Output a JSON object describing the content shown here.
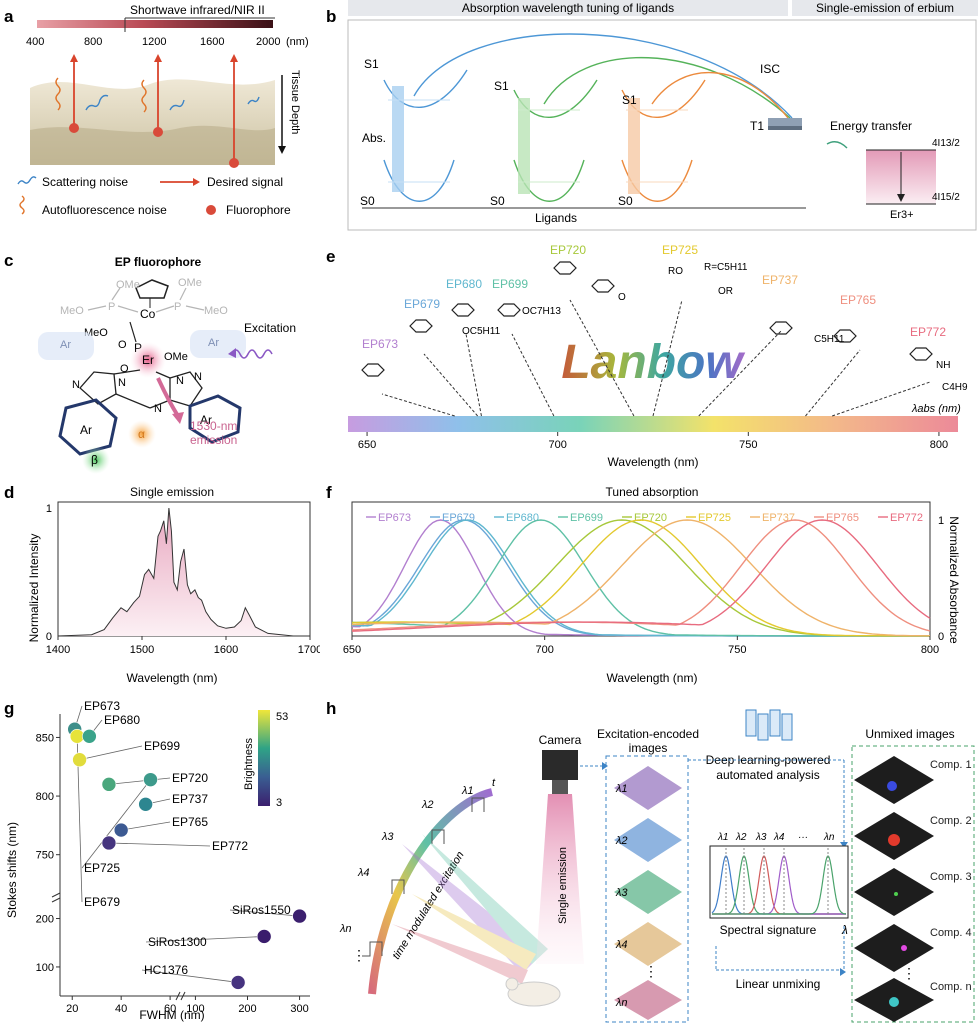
{
  "panels": {
    "a": {
      "letter": "a",
      "band_label": "Shortwave infrared/NIR II",
      "ticks": [
        "400",
        "800",
        "1200",
        "1600",
        "2000"
      ],
      "unit": "(nm)",
      "depth_label": "Tissue Depth",
      "legend": {
        "scattering": "Scattering noise",
        "desired": "Desired signal",
        "autofluor": "Autofluorescence noise",
        "fluorophore": "Fluorophore"
      }
    },
    "b": {
      "letter": "b",
      "header_left": "Absorption wavelength tuning of ligands",
      "header_right": "Single-emission of erbium",
      "s1": "S1",
      "s0": "S0",
      "t1": "T1",
      "abs": "Abs.",
      "isc": "ISC",
      "energy_transfer": "Energy transfer",
      "level_top": "4I13/2",
      "level_bottom": "4I15/2",
      "er": "Er3+",
      "ligands": "Ligands"
    },
    "c": {
      "letter": "c",
      "title": "EP fluorophore",
      "excitation": "Excitation",
      "emission_1": "1530-nm",
      "emission_2": "emission",
      "atoms": {
        "co": "Co",
        "er": "Er",
        "p1": "P",
        "p2": "P",
        "p3": "P",
        "ome1": "OMe",
        "ome2": "OMe",
        "meo1": "MeO",
        "meo2": "MeO",
        "ome3": "OMe",
        "o1": "O",
        "o2": "O",
        "n1": "N",
        "n2": "N",
        "n3": "N",
        "n4": "N",
        "n5": "N",
        "ar1": "Ar",
        "ar2": "Ar",
        "ar3": "Ar",
        "ar4": "Ar",
        "alpha": "α",
        "beta": "β"
      }
    },
    "d": {
      "letter": "d",
      "title": "Single emission",
      "xlabel": "Wavelength (nm)",
      "ylabel": "Normalized Intensity"
    },
    "e": {
      "letter": "e",
      "title": "Lanbow",
      "lambda": "λabs (nm)",
      "xlabel": "Wavelength (nm)",
      "ticks": [
        "650",
        "700",
        "750",
        "800"
      ],
      "fluorophores": [
        {
          "name": "EP673",
          "wl": 673,
          "color": "#b27fcf"
        },
        {
          "name": "EP679",
          "wl": 679,
          "color": "#6aa7d8"
        },
        {
          "name": "EP680",
          "wl": 680,
          "color": "#5fb7cf"
        },
        {
          "name": "EP699",
          "wl": 699,
          "color": "#5fc1a6"
        },
        {
          "name": "EP720",
          "wl": 720,
          "color": "#a7c83a"
        },
        {
          "name": "EP725",
          "wl": 725,
          "color": "#e3c92e"
        },
        {
          "name": "EP737",
          "wl": 737,
          "color": "#efb36a"
        },
        {
          "name": "EP765",
          "wl": 765,
          "color": "#ef8f7f"
        },
        {
          "name": "EP772",
          "wl": 772,
          "color": "#e86b7f"
        }
      ],
      "groups": {
        "g1": "OC5H11",
        "g2": "OC7H13",
        "g3": "R=C5H11",
        "g4": "RO",
        "g5": "OR",
        "g6": "C5H11",
        "g7": "NH",
        "g8": "C4H9",
        "g9": "O"
      }
    },
    "f": {
      "letter": "f",
      "title": "Tuned absorption",
      "xlabel": "Wavelength (nm)",
      "ylabel": "Normalized Absorbance"
    },
    "g": {
      "letter": "g",
      "xlabel": "FWHM  (nm)",
      "ylabel": "Stokes shifts (nm)",
      "colorbar_label": "Brightness",
      "colorbar_max": "53",
      "colorbar_min": "3"
    },
    "h": {
      "letter": "h",
      "camera": "Camera",
      "single_emission": "Single emission",
      "time_modulated": "time modulated excitation",
      "t": "t",
      "encoded_title_1": "Excitation-encoded",
      "encoded_title_2": "images",
      "dl_1": "Deep learning-powered",
      "dl_2": "automated analysis",
      "spectral": "Spectral signature",
      "lambda": "λ",
      "linear": "Linear unmixing",
      "unmixed_title": "Unmixed images",
      "dots": "⋮",
      "lambda_labels": [
        "λ1",
        "λ2",
        "λ3",
        "λ4",
        "λn"
      ],
      "sig_labels": [
        "λ1",
        "λ2",
        "λ3",
        "λ4",
        "···",
        "λn"
      ],
      "components": [
        "Comp. 1",
        "Comp. 2",
        "Comp. 3",
        "Comp. 4",
        "Comp. n"
      ]
    }
  },
  "chart_data": [
    {
      "type": "line",
      "panel": "d",
      "title": "Single emission",
      "xlabel": "Wavelength (nm)",
      "ylabel": "Normalized Intensity",
      "xlim": [
        1400,
        1700
      ],
      "ylim": [
        0,
        1
      ],
      "x_ticks": [
        1400,
        1500,
        1600,
        1700
      ],
      "y_ticks": [
        0,
        1
      ],
      "series": [
        {
          "x": [
            1400,
            1440,
            1455,
            1465,
            1475,
            1482,
            1490,
            1497,
            1503,
            1508,
            1514,
            1519,
            1522,
            1526,
            1529,
            1532,
            1535,
            1538,
            1542,
            1546,
            1550,
            1554,
            1558,
            1563,
            1567,
            1571,
            1576,
            1582,
            1590,
            1600,
            1610,
            1618,
            1623,
            1628,
            1635,
            1650,
            1680,
            1700
          ],
          "y": [
            0.0,
            0.01,
            0.05,
            0.14,
            0.22,
            0.19,
            0.26,
            0.31,
            0.48,
            0.52,
            0.45,
            0.78,
            0.82,
            0.9,
            0.72,
            1.0,
            0.82,
            0.42,
            0.36,
            0.58,
            0.68,
            0.4,
            0.33,
            0.36,
            0.3,
            0.28,
            0.19,
            0.13,
            0.08,
            0.06,
            0.07,
            0.12,
            0.22,
            0.16,
            0.07,
            0.02,
            0.0,
            0.0
          ]
        }
      ]
    },
    {
      "type": "line",
      "panel": "f",
      "title": "Tuned absorption",
      "xlabel": "Wavelength (nm)",
      "ylabel": "Normalized Absorbance",
      "xlim": [
        650,
        800
      ],
      "ylim": [
        0,
        1
      ],
      "x_ticks": [
        650,
        700,
        750,
        800
      ],
      "y_ticks": [
        0,
        1
      ],
      "legend": "top",
      "series": [
        {
          "name": "EP673",
          "peak": 673,
          "fwhm": 22,
          "color": "#b27fcf"
        },
        {
          "name": "EP679",
          "peak": 679,
          "fwhm": 27,
          "color": "#6aa7d8"
        },
        {
          "name": "EP680",
          "peak": 680,
          "fwhm": 27,
          "color": "#5fb7cf"
        },
        {
          "name": "EP699",
          "peak": 699,
          "fwhm": 27,
          "color": "#5fc1a6"
        },
        {
          "name": "EP720",
          "peak": 720,
          "fwhm": 40,
          "color": "#a7c83a"
        },
        {
          "name": "EP725",
          "peak": 725,
          "fwhm": 37,
          "color": "#e3c92e"
        },
        {
          "name": "EP737",
          "peak": 737,
          "fwhm": 40,
          "color": "#efb36a"
        },
        {
          "name": "EP765",
          "peak": 765,
          "fwhm": 33,
          "color": "#ef8f7f"
        },
        {
          "name": "EP772",
          "peak": 772,
          "fwhm": 34,
          "color": "#e86b7f"
        }
      ]
    },
    {
      "type": "scatter",
      "panel": "g",
      "xlabel": "FWHM  (nm)",
      "ylabel": "Stokes shifts (nm)",
      "x_ticks": [
        20,
        40,
        60,
        100,
        200,
        300
      ],
      "y_ticks": [
        100,
        200,
        750,
        800,
        850
      ],
      "colorbar": {
        "label": "Brightness",
        "range": [
          3,
          53
        ]
      },
      "points": [
        {
          "name": "EP673",
          "x": 21,
          "y": 857,
          "color": "#3e8f8a"
        },
        {
          "name": "EP679",
          "x": 22,
          "y": 851,
          "color": "#e6e33a"
        },
        {
          "name": "EP680",
          "x": 27,
          "y": 851,
          "color": "#3aa38a"
        },
        {
          "name": "EP699",
          "x": 23,
          "y": 831,
          "color": "#e1dc3c"
        },
        {
          "name": "EP720",
          "x": 35,
          "y": 810,
          "color": "#4aa77d"
        },
        {
          "name": "EP725",
          "x": 52,
          "y": 814,
          "color": "#3d9a8b"
        },
        {
          "name": "EP737",
          "x": 50,
          "y": 793,
          "color": "#2d8690"
        },
        {
          "name": "EP765",
          "x": 40,
          "y": 771,
          "color": "#3c5a92"
        },
        {
          "name": "EP772",
          "x": 35,
          "y": 760,
          "color": "#46357f"
        },
        {
          "name": "SiRos1550",
          "x": 300,
          "y": 205,
          "color": "#3b1f6e"
        },
        {
          "name": "SiRos1300",
          "x": 232,
          "y": 163,
          "color": "#3a1d6c"
        },
        {
          "name": "HC1376",
          "x": 182,
          "y": 68,
          "color": "#46337f"
        }
      ]
    }
  ]
}
